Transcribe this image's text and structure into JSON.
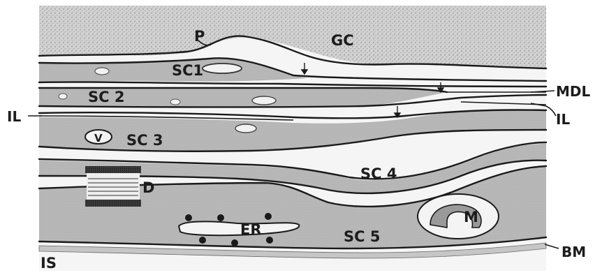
{
  "diagram": {
    "labels": {
      "p": "P",
      "gc": "GC",
      "sc1": "SC1",
      "sc2": "SC 2",
      "sc3": "SC 3",
      "sc4": "SC 4",
      "sc5": "SC 5",
      "v": "V",
      "d": "D",
      "er": "ER",
      "m": "M",
      "il_left": "IL",
      "il_right": "IL",
      "mdl": "MDL",
      "bm": "BM",
      "is": "IS"
    },
    "colors": {
      "cytoplasm": "#b8b8b8",
      "granular": "#cfcfcf",
      "intercellular": "#f4f4f4",
      "basement": "#c6c6c6",
      "outline": "#1a1a1a"
    }
  }
}
